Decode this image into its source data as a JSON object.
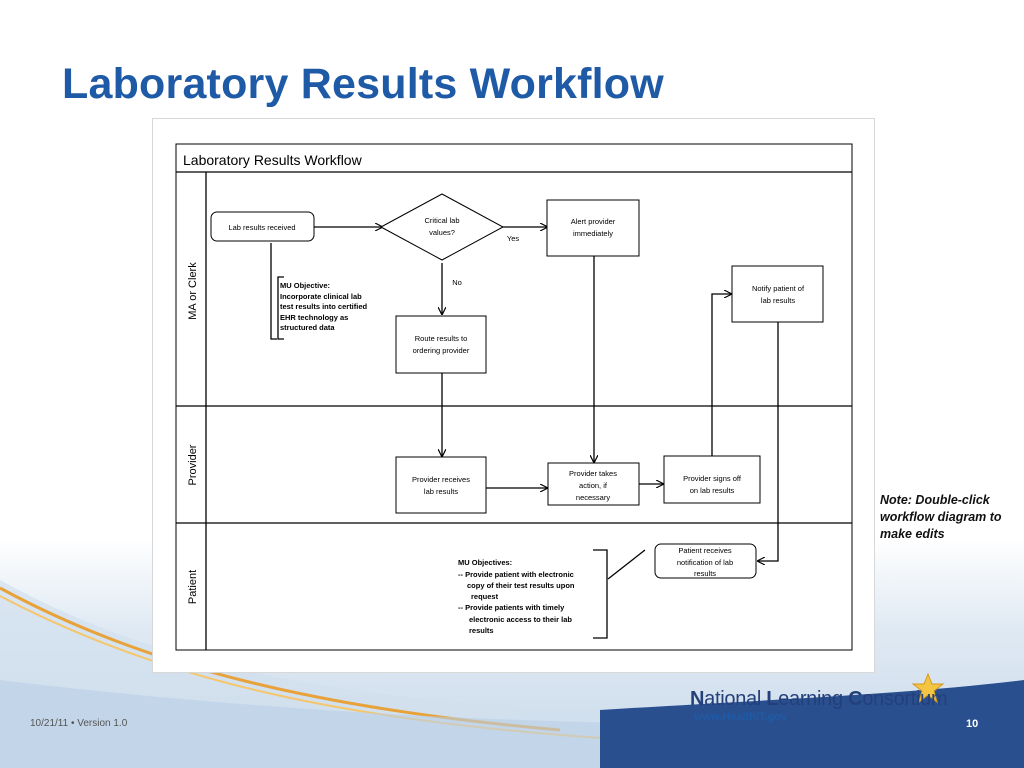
{
  "slide": {
    "title": "Laboratory Results Workflow",
    "note": "Note:  Double-click workflow diagram to make edits",
    "footer_left": "10/21/11 •   Version 1.0",
    "page_number": "10",
    "logo": {
      "n": "N",
      "ational": "ational ",
      "l": "L",
      "earning": "earning ",
      "c": "C",
      "onsortium": "onsortium"
    },
    "logo_url": "www.HealthIT.gov"
  },
  "diagram": {
    "title": "Laboratory Results Workflow",
    "lanes": [
      "MA or Clerk",
      "Provider",
      "Patient"
    ],
    "nodes": {
      "lab_results_received": "Lab  results  received",
      "critical_values": [
        "Critical  lab",
        "values?"
      ],
      "alert_provider": [
        "Alert  provider",
        "immediately"
      ],
      "notify_patient": [
        "Notify  patient  of",
        "lab  results"
      ],
      "route_results": [
        "Route  results  to",
        "ordering  provider"
      ],
      "provider_receives": [
        "Provider  receives",
        "lab  results"
      ],
      "provider_takes_action": [
        "Provider  takes",
        "action,  if",
        "necessary"
      ],
      "provider_signs_off": [
        "Provider  signs  off",
        "on  lab  results"
      ],
      "patient_receives": [
        "Patient  receives",
        "notification  of  lab",
        "results"
      ]
    },
    "edge_labels": {
      "yes": "Yes",
      "no": "No"
    },
    "annotations": {
      "mu_objective": [
        "MU Objective:",
        "Incorporate  clinical  lab",
        "test  results  into  certified",
        "EHR  technology  as",
        "structured   data"
      ],
      "mu_objectives_patient": [
        "MU Objectives:",
        "-- Provide patient  with electronic",
        "copy of their test results  upon",
        "request",
        "-- Provide patients  with  timely",
        "electronic access  to  their lab",
        "results"
      ]
    }
  }
}
